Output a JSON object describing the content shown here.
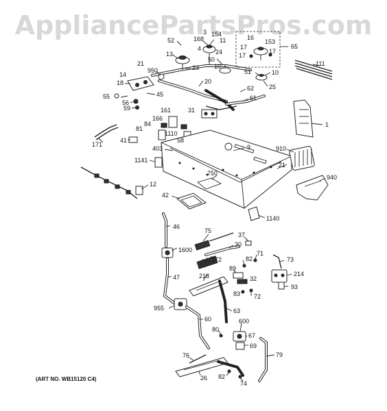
{
  "watermark": "AppliancePartsPros.com",
  "art_number": "(ART NO. WB15120 C4)",
  "callouts": [
    {
      "id": "c1",
      "text": "3"
    },
    {
      "id": "c2",
      "text": "154"
    },
    {
      "id": "c3",
      "text": "168"
    },
    {
      "id": "c4",
      "text": "11"
    },
    {
      "id": "c5",
      "text": "52"
    },
    {
      "id": "c6",
      "text": "4"
    },
    {
      "id": "c7",
      "text": "24"
    },
    {
      "id": "c8",
      "text": "13"
    },
    {
      "id": "c9",
      "text": "50"
    },
    {
      "id": "c10",
      "text": "10"
    },
    {
      "id": "c11",
      "text": "21"
    },
    {
      "id": "c12",
      "text": "950"
    },
    {
      "id": "c13",
      "text": "23"
    },
    {
      "id": "c14",
      "text": "14"
    },
    {
      "id": "c15",
      "text": "20"
    },
    {
      "id": "c16",
      "text": "18"
    },
    {
      "id": "c17",
      "text": "16"
    },
    {
      "id": "c18",
      "text": "153"
    },
    {
      "id": "c19",
      "text": "17"
    },
    {
      "id": "c20",
      "text": "17"
    },
    {
      "id": "c21",
      "text": "17"
    },
    {
      "id": "c22",
      "text": "65"
    },
    {
      "id": "c23",
      "text": "51"
    },
    {
      "id": "c24",
      "text": "10"
    },
    {
      "id": "c25",
      "text": "111"
    },
    {
      "id": "c26",
      "text": "25"
    },
    {
      "id": "c27",
      "text": "62"
    },
    {
      "id": "c28",
      "text": "55"
    },
    {
      "id": "c29",
      "text": "45"
    },
    {
      "id": "c30",
      "text": "56"
    },
    {
      "id": "c31",
      "text": "59"
    },
    {
      "id": "c32",
      "text": "61"
    },
    {
      "id": "c33",
      "text": "161"
    },
    {
      "id": "c34",
      "text": "31"
    },
    {
      "id": "c35",
      "text": "166"
    },
    {
      "id": "c36",
      "text": "84"
    },
    {
      "id": "c37",
      "text": "81"
    },
    {
      "id": "c38",
      "text": "1110"
    },
    {
      "id": "c39",
      "text": "58"
    },
    {
      "id": "c40",
      "text": "1"
    },
    {
      "id": "c41",
      "text": "171"
    },
    {
      "id": "c42",
      "text": "41"
    },
    {
      "id": "c43",
      "text": "403"
    },
    {
      "id": "c44",
      "text": "9"
    },
    {
      "id": "c45",
      "text": "910"
    },
    {
      "id": "c46",
      "text": "1141"
    },
    {
      "id": "c47",
      "text": "21"
    },
    {
      "id": "c48",
      "text": "750"
    },
    {
      "id": "c49",
      "text": "940"
    },
    {
      "id": "c50",
      "text": "12"
    },
    {
      "id": "c51",
      "text": "42"
    },
    {
      "id": "c52",
      "text": "1140"
    },
    {
      "id": "c53",
      "text": "46"
    },
    {
      "id": "c54",
      "text": "75"
    },
    {
      "id": "c55",
      "text": "37"
    },
    {
      "id": "c56",
      "text": "30"
    },
    {
      "id": "c57",
      "text": "1600"
    },
    {
      "id": "c58",
      "text": "71"
    },
    {
      "id": "c59",
      "text": "272"
    },
    {
      "id": "c60",
      "text": "82"
    },
    {
      "id": "c61",
      "text": "73"
    },
    {
      "id": "c62",
      "text": "89"
    },
    {
      "id": "c63",
      "text": "47"
    },
    {
      "id": "c64",
      "text": "218"
    },
    {
      "id": "c65",
      "text": "214"
    },
    {
      "id": "c66",
      "text": "32"
    },
    {
      "id": "c67",
      "text": "93"
    },
    {
      "id": "c68",
      "text": "83"
    },
    {
      "id": "c69",
      "text": "72"
    },
    {
      "id": "c70",
      "text": "955"
    },
    {
      "id": "c71",
      "text": "63"
    },
    {
      "id": "c72",
      "text": "60"
    },
    {
      "id": "c73",
      "text": "600"
    },
    {
      "id": "c74",
      "text": "80"
    },
    {
      "id": "c75",
      "text": "67"
    },
    {
      "id": "c76",
      "text": "69"
    },
    {
      "id": "c77",
      "text": "79"
    },
    {
      "id": "c78",
      "text": "76"
    },
    {
      "id": "c79",
      "text": "26"
    },
    {
      "id": "c80",
      "text": "82"
    },
    {
      "id": "c81",
      "text": "74"
    }
  ]
}
